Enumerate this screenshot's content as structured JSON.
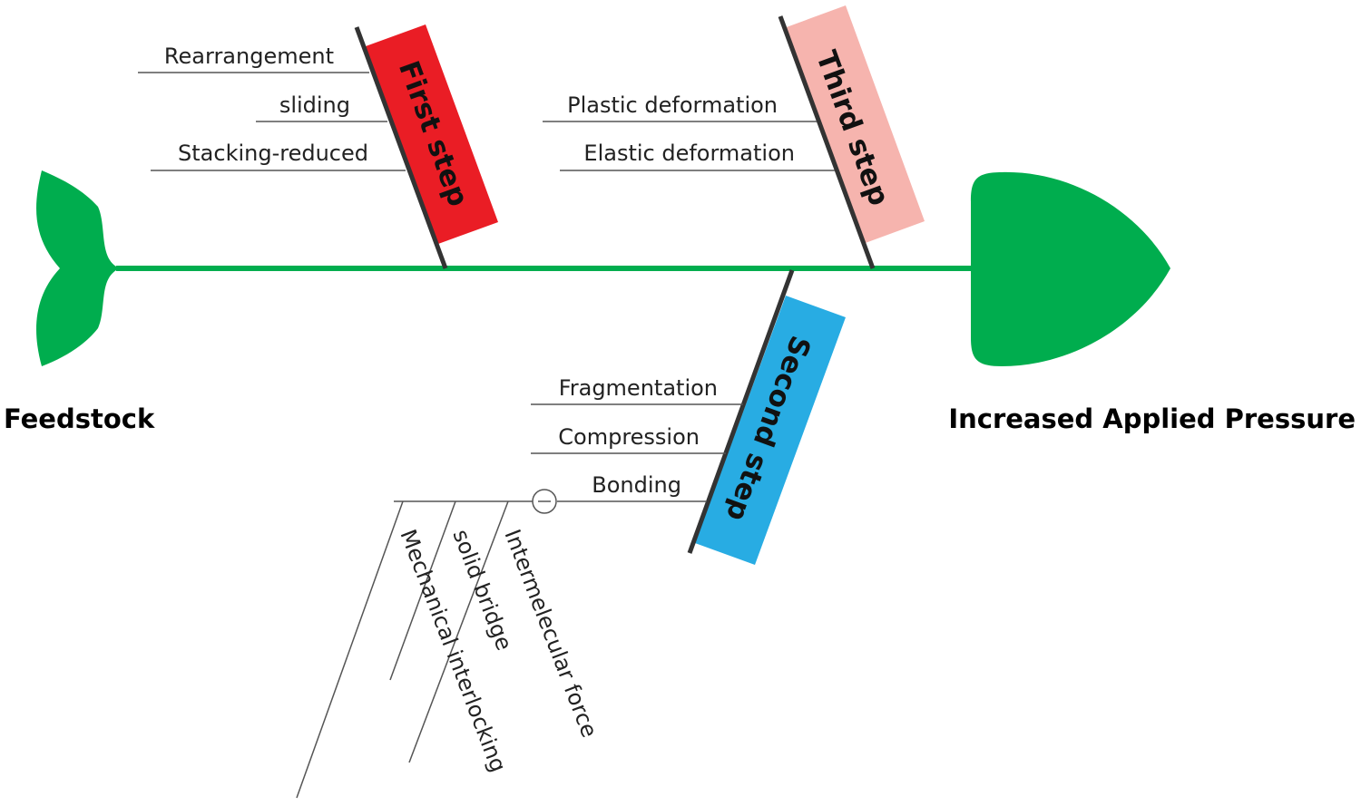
{
  "diagram": {
    "tail_label": "Feedstock",
    "head_label": "Increased Applied Pressure",
    "colors": {
      "fish": "#00ad4e",
      "first_step": "#ea1d25",
      "second_step": "#28ace3",
      "third_step": "#f6b4ae",
      "rib": "#333333"
    },
    "steps": [
      {
        "label": "First step",
        "causes": [
          "Rearrangement",
          "sliding",
          "Stacking-reduced"
        ]
      },
      {
        "label": "Second step",
        "causes": [
          "Fragmentation",
          "Compression",
          "Bonding"
        ],
        "bonding_subcauses": [
          "Intermelecular force",
          "solid bridge",
          "Mechanical interlocking"
        ]
      },
      {
        "label": "Third step",
        "causes": [
          "Plastic deformation",
          "Elastic deformation"
        ]
      }
    ]
  }
}
